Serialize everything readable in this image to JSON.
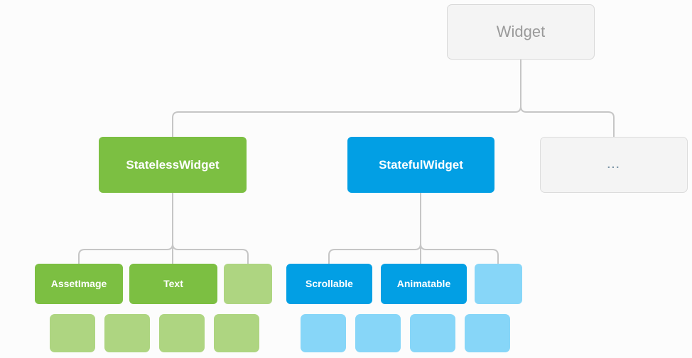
{
  "diagram": {
    "title_node": "Widget",
    "background_color": "#fcfcfc",
    "connector_color": "#c6c6c6",
    "palette": {
      "green": "#7cbf42",
      "green_faded": "#aed581",
      "blue": "#029fe4",
      "blue_faded": "#87d6f8",
      "neutral_fill": "#f4f4f4",
      "neutral_border": "#d8d8d8",
      "neutral_text": "#9a9a9a",
      "ellipsis_text": "#7f97a8"
    },
    "levels": {
      "level0": [
        {
          "label": "Widget",
          "style": "root"
        }
      ],
      "level1": [
        {
          "label": "StatelessWidget",
          "style": "green"
        },
        {
          "label": "StatefulWidget",
          "style": "blue"
        },
        {
          "label": "...",
          "style": "placeholder"
        }
      ],
      "level2_green": [
        {
          "label": "AssetImage",
          "style": "green-sub"
        },
        {
          "label": "Text",
          "style": "green-sub"
        },
        {
          "label": "",
          "style": "green-faded"
        }
      ],
      "level2_blue": [
        {
          "label": "Scrollable",
          "style": "blue-sub"
        },
        {
          "label": "Animatable",
          "style": "blue-sub"
        },
        {
          "label": "",
          "style": "blue-faded"
        }
      ],
      "level3_green": [
        {
          "label": "",
          "style": "green-faded"
        },
        {
          "label": "",
          "style": "green-faded"
        },
        {
          "label": "",
          "style": "green-faded"
        },
        {
          "label": "",
          "style": "green-faded"
        }
      ],
      "level3_blue": [
        {
          "label": "",
          "style": "blue-faded"
        },
        {
          "label": "",
          "style": "blue-faded"
        },
        {
          "label": "",
          "style": "blue-faded"
        },
        {
          "label": "",
          "style": "blue-faded"
        }
      ]
    }
  }
}
